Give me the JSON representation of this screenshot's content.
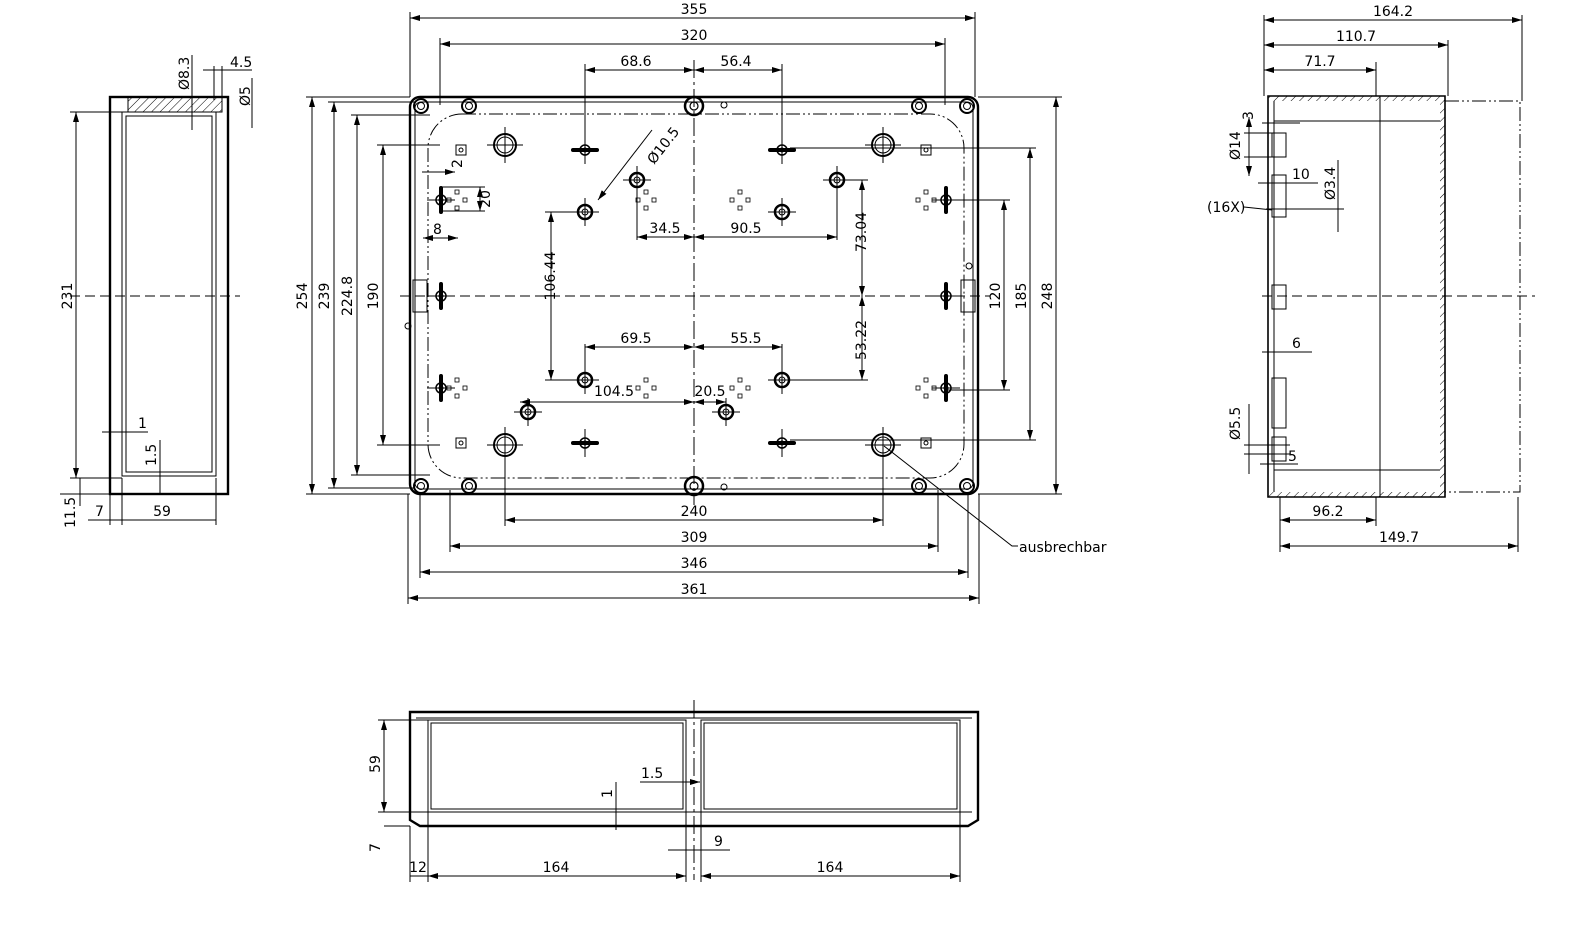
{
  "drawing": {
    "top_view": {
      "dims_horizontal": [
        "355",
        "320",
        "68.6",
        "56.4",
        "240",
        "309",
        "346",
        "361"
      ],
      "dims_vertical_left": [
        "254",
        "239",
        "224.8",
        "190"
      ],
      "dims_vertical_right": [
        "248",
        "185",
        "120"
      ],
      "inner_dims": [
        "Ø10.5",
        "2",
        "20",
        "8",
        "34.5",
        "90.5",
        "73.04",
        "106.44",
        "53.22",
        "69.5",
        "55.5",
        "104.5",
        "20.5"
      ],
      "callout": "ausbrechbar"
    },
    "left_view": {
      "dims": [
        "Ø8.3",
        "4.5",
        "Ø5",
        "231",
        "1",
        "1.5",
        "11.5",
        "7",
        "59"
      ]
    },
    "right_view": {
      "dims": [
        "164.2",
        "110.7",
        "71.7",
        "3",
        "Ø14",
        "10",
        "Ø3.4",
        "(16X)",
        "6",
        "Ø5.5",
        "5",
        "96.2",
        "149.7"
      ]
    },
    "bottom_view": {
      "dims": [
        "59",
        "7",
        "1.5",
        "1",
        "9",
        "12",
        "164",
        "164"
      ]
    }
  }
}
